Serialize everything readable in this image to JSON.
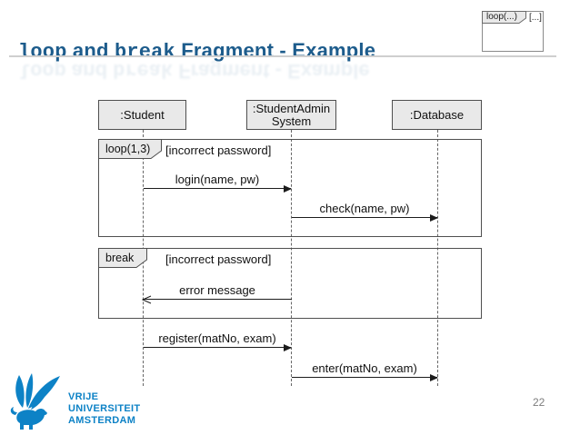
{
  "title": {
    "part1": "loop",
    "part2": " and ",
    "part3": "break",
    "part4": " Fragment - Example"
  },
  "corner_legend": {
    "operator": "loop(...)",
    "guard": "[...]"
  },
  "diagram": {
    "lifelines": [
      {
        "label": ":Student"
      },
      {
        "label": ":StudentAdmin System"
      },
      {
        "label": ":Database"
      }
    ],
    "fragments": [
      {
        "operator": "loop(1,3)",
        "guard": "[incorrect password]"
      },
      {
        "operator": "break",
        "guard": "[incorrect password]"
      }
    ],
    "messages": [
      {
        "label": "login(name, pw)"
      },
      {
        "label": "check(name, pw)"
      },
      {
        "label": "error message"
      },
      {
        "label": "register(matNo, exam)"
      },
      {
        "label": "enter(matNo, exam)"
      }
    ]
  },
  "footer": {
    "logo": {
      "line1": "VRIJE",
      "line2": "UNIVERSITEIT",
      "line3": "AMSTERDAM"
    },
    "page_number": "22"
  },
  "colors": {
    "title_blue": "#1d5c8c",
    "vu_blue": "#0d82c6",
    "box_fill": "#e9e9e9",
    "diagram_line": "#4f4f4f"
  }
}
